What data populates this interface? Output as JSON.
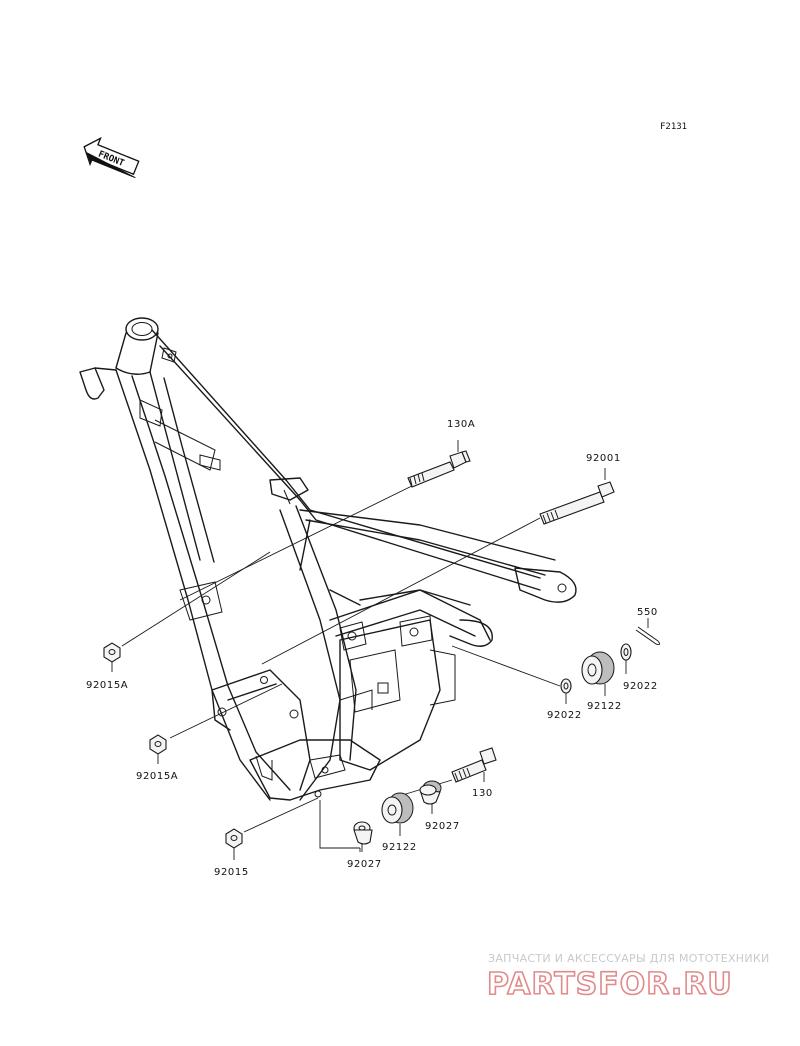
{
  "figure_code": "F2131",
  "front_label": "FRONT",
  "callouts": [
    {
      "id": "130A",
      "label": "130A"
    },
    {
      "id": "92001",
      "label": "92001"
    },
    {
      "id": "550",
      "label": "550"
    },
    {
      "id": "92022-right",
      "label": "92022"
    },
    {
      "id": "92122-right",
      "label": "92122"
    },
    {
      "id": "92022-left",
      "label": "92022"
    },
    {
      "id": "92015A-upper",
      "label": "92015A"
    },
    {
      "id": "92015A-lower",
      "label": "92015A"
    },
    {
      "id": "130",
      "label": "130"
    },
    {
      "id": "92027-upper",
      "label": "92027"
    },
    {
      "id": "92122-lower",
      "label": "92122"
    },
    {
      "id": "92027-lower",
      "label": "92027"
    },
    {
      "id": "92015",
      "label": "92015"
    }
  ],
  "watermark": {
    "tagline": "ЗАПЧАСТИ И АКСЕССУАРЫ ДЛЯ МОТОТЕХНИКИ",
    "logo": "PARTSFOR.RU"
  }
}
